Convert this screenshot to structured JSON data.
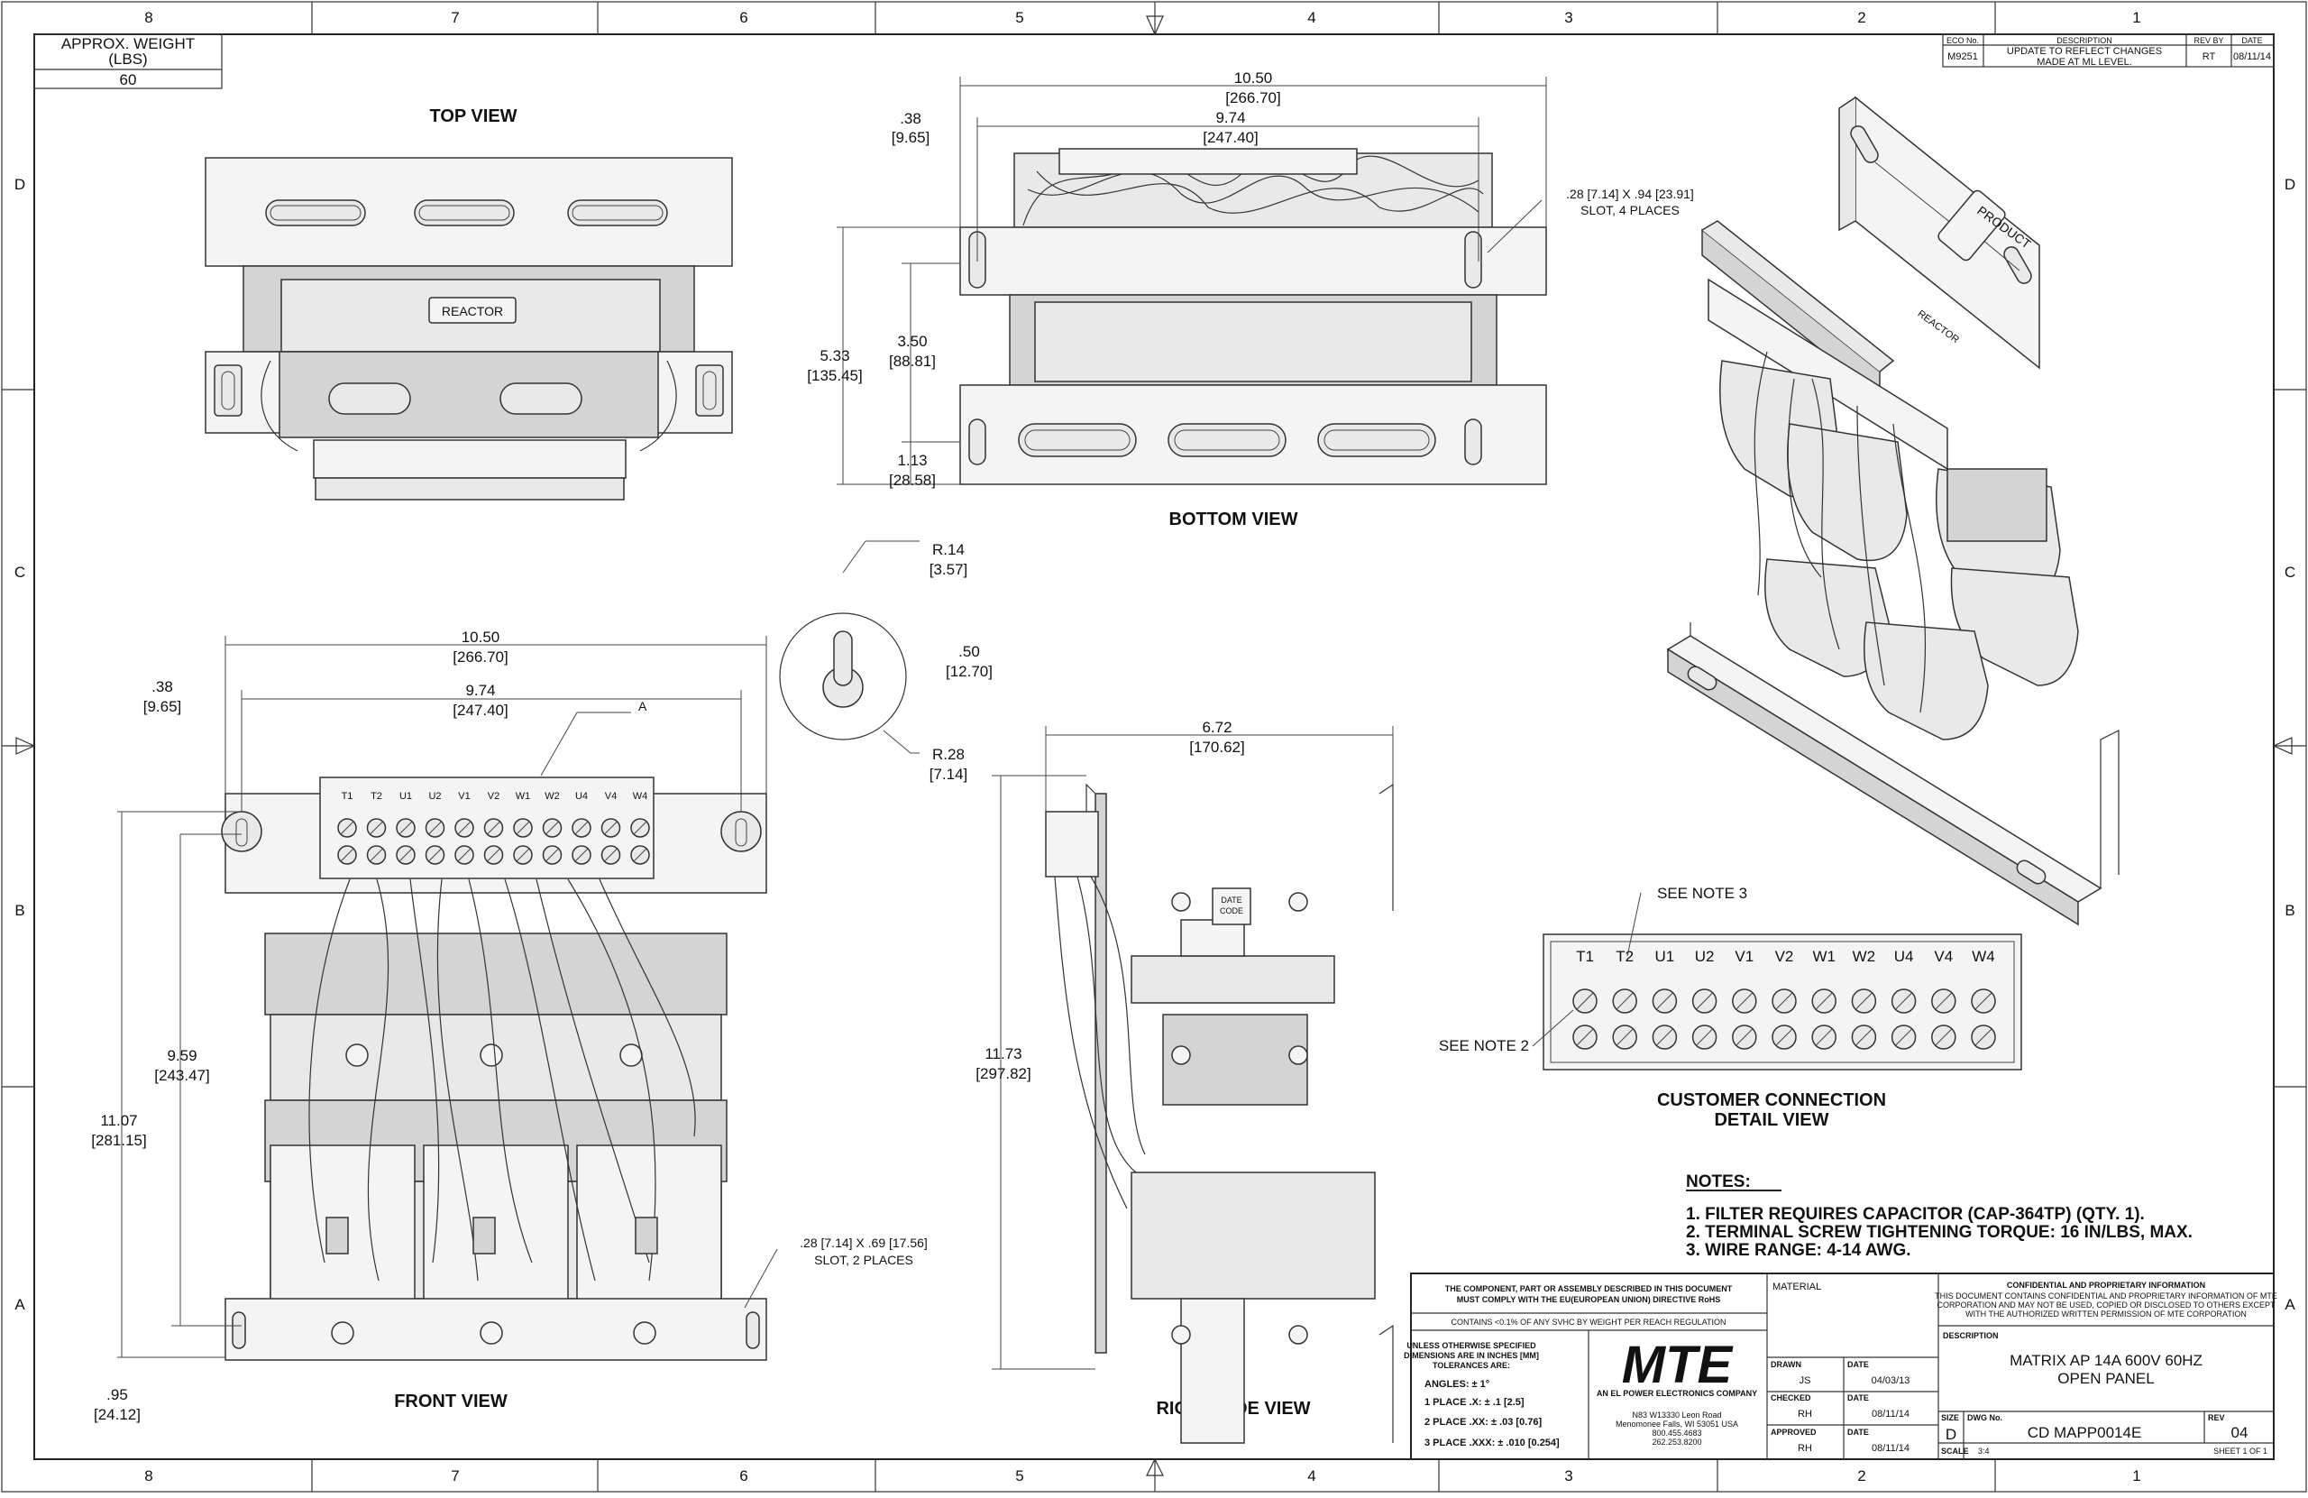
{
  "border": {
    "columns": [
      "8",
      "7",
      "6",
      "5",
      "4",
      "3",
      "2",
      "1"
    ],
    "rows": [
      "D",
      "C",
      "B",
      "A"
    ]
  },
  "weight_box": {
    "label": "APPROX. WEIGHT",
    "unit": "(LBS)",
    "value": "60"
  },
  "eco": {
    "headers": [
      "ECO No.",
      "DESCRIPTION",
      "REV BY",
      "DATE"
    ],
    "eco_no": "M9251",
    "description_line1": "UPDATE TO REFLECT CHANGES",
    "description_line2": "MADE AT ML LEVEL.",
    "rev_by": "RT",
    "date": "08/11/14"
  },
  "views": {
    "top": "TOP VIEW",
    "bottom": "BOTTOM VIEW",
    "front": "FRONT VIEW",
    "right_side": "RIGHT SIDE VIEW",
    "connection_line1": "CUSTOMER CONNECTION",
    "connection_line2": "DETAIL VIEW"
  },
  "labels": {
    "reactor": "REACTOR",
    "product": "PRODUCT",
    "date_code": "DATE CODE",
    "detail_a": "A",
    "see_note_3": "SEE NOTE 3",
    "see_note_2": "SEE NOTE 2"
  },
  "terminals": [
    "T1",
    "T2",
    "U1",
    "U2",
    "V1",
    "V2",
    "W1",
    "W2",
    "U4",
    "V4",
    "W4"
  ],
  "dimensions": {
    "bottom_width_in": "10.50",
    "bottom_width_mm": "[266.70]",
    "bottom_inner_in": "9.74",
    "bottom_inner_mm": "[247.40]",
    "bottom_offset_in": ".38",
    "bottom_offset_mm": "[9.65]",
    "bottom_height_in": "5.33",
    "bottom_height_mm": "[135.45]",
    "bottom_mid_in": "3.50",
    "bottom_mid_mm": "[88.81]",
    "bottom_low_in": "1.13",
    "bottom_low_mm": "[28.58]",
    "slot4_line1": ".28 [7.14] X .94 [23.91]",
    "slot4_line2": "SLOT, 4 PLACES",
    "front_width_in": "10.50",
    "front_width_mm": "[266.70]",
    "front_inner_in": "9.74",
    "front_inner_mm": "[247.40]",
    "front_offset_in": ".38",
    "front_offset_mm": "[9.65]",
    "front_h1_in": "9.59",
    "front_h1_mm": "[243.47]",
    "front_h2_in": "11.07",
    "front_h2_mm": "[281.15]",
    "front_low_in": ".95",
    "front_low_mm": "[24.12]",
    "slot2_line1": ".28 [7.14] X .69 [17.56]",
    "slot2_line2": "SLOT, 2 PLACES",
    "r14_in": "R.14",
    "r14_mm": "[3.57]",
    "d50_in": ".50",
    "d50_mm": "[12.70]",
    "r28_in": "R.28",
    "r28_mm": "[7.14]",
    "side_width_in": "6.72",
    "side_width_mm": "[170.62]",
    "side_height_in": "11.73",
    "side_height_mm": "[297.82]"
  },
  "notes": {
    "heading": "NOTES:",
    "items": [
      "1.  FILTER REQUIRES CAPACITOR (CAP-364TP) (QTY. 1).",
      "2.  TERMINAL SCREW TIGHTENING TORQUE: 16 IN/LBS, MAX.",
      "3.  WIRE RANGE: 4-14 AWG."
    ]
  },
  "title_block": {
    "compliance_line1": "THE COMPONENT, PART OR ASSEMBLY DESCRIBED IN THIS DOCUMENT",
    "compliance_line2": "MUST COMPLY WITH THE EU(EUROPEAN UNION) DIRECTIVE RoHS",
    "reach_line": "CONTAINS <0.1% OF ANY SVHC BY WEIGHT PER REACH REGULATION",
    "material_label": "MATERIAL",
    "tol_line1": "UNLESS OTHERWISE SPECIFIED",
    "tol_line2": "DIMENSIONS ARE IN INCHES [MM]",
    "tol_line3": "TOLERANCES ARE:",
    "tol_angles": "ANGLES: ± 1°",
    "tol_1": "1 PLACE .X: ± .1 [2.5]",
    "tol_2": "2 PLACE .XX: ± .03 [0.76]",
    "tol_3": "3 PLACE .XXX: ± .010 [0.254]",
    "logo": "MTE",
    "logo_sub": "AN EL POWER ELECTRONICS COMPANY",
    "address1": "N83 W13330 Leon Road",
    "address2": "Menomonee Falls, WI 53051 USA",
    "phone1": "800.455.4683",
    "phone2": "262.253.8200",
    "drawn_label": "DRAWN",
    "drawn_by": "JS",
    "drawn_date": "04/03/13",
    "checked_label": "CHECKED",
    "checked_by": "RH",
    "checked_date": "08/11/14",
    "approved_label": "APPROVED",
    "approved_by": "RH",
    "approved_date": "08/11/14",
    "date_label": "DATE",
    "conf_title": "CONFIDENTIAL AND PROPRIETARY INFORMATION",
    "conf_line1": "THIS DOCUMENT CONTAINS CONFIDENTIAL AND PROPRIETARY INFORMATION OF MTE",
    "conf_line2": "CORPORATION AND MAY NOT BE USED, COPIED OR DISCLOSED TO OTHERS EXCEPT",
    "conf_line3": "WITH THE AUTHORIZED WRITTEN PERMISSION OF MTE CORPORATION",
    "description_label": "DESCRIPTION",
    "description_line1": "MATRIX AP 14A 600V 60HZ",
    "description_line2": "OPEN PANEL",
    "size_label": "SIZE",
    "size": "D",
    "dwg_label": "DWG No.",
    "dwg_no": "CD MAPP0014E",
    "rev_label": "REV",
    "rev": "04",
    "scale_label": "SCALE",
    "scale": "3:4",
    "sheet": "SHEET 1  OF 1"
  }
}
